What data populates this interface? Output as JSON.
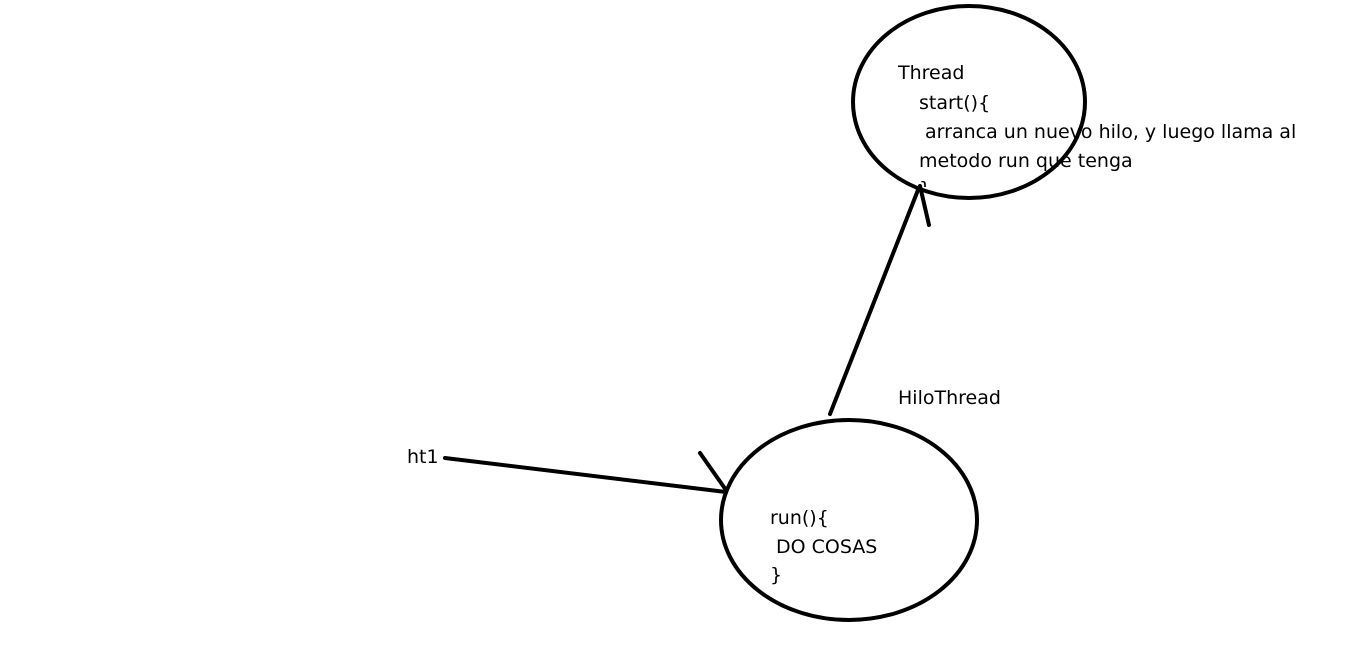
{
  "diagram": {
    "stroke_color": "#000000",
    "background_color": "#ffffff",
    "thread_node": {
      "title": "Thread",
      "method": "start(){",
      "body_line1": " arranca un nuevo hilo, y luego llama al",
      "body_line2": "metodo run que tenga",
      "closing": "}"
    },
    "hilothread_node": {
      "title": "HiloThread",
      "method": "run(){",
      "body": " DO COSAS",
      "closing": "}"
    },
    "reference_label": "ht1"
  }
}
